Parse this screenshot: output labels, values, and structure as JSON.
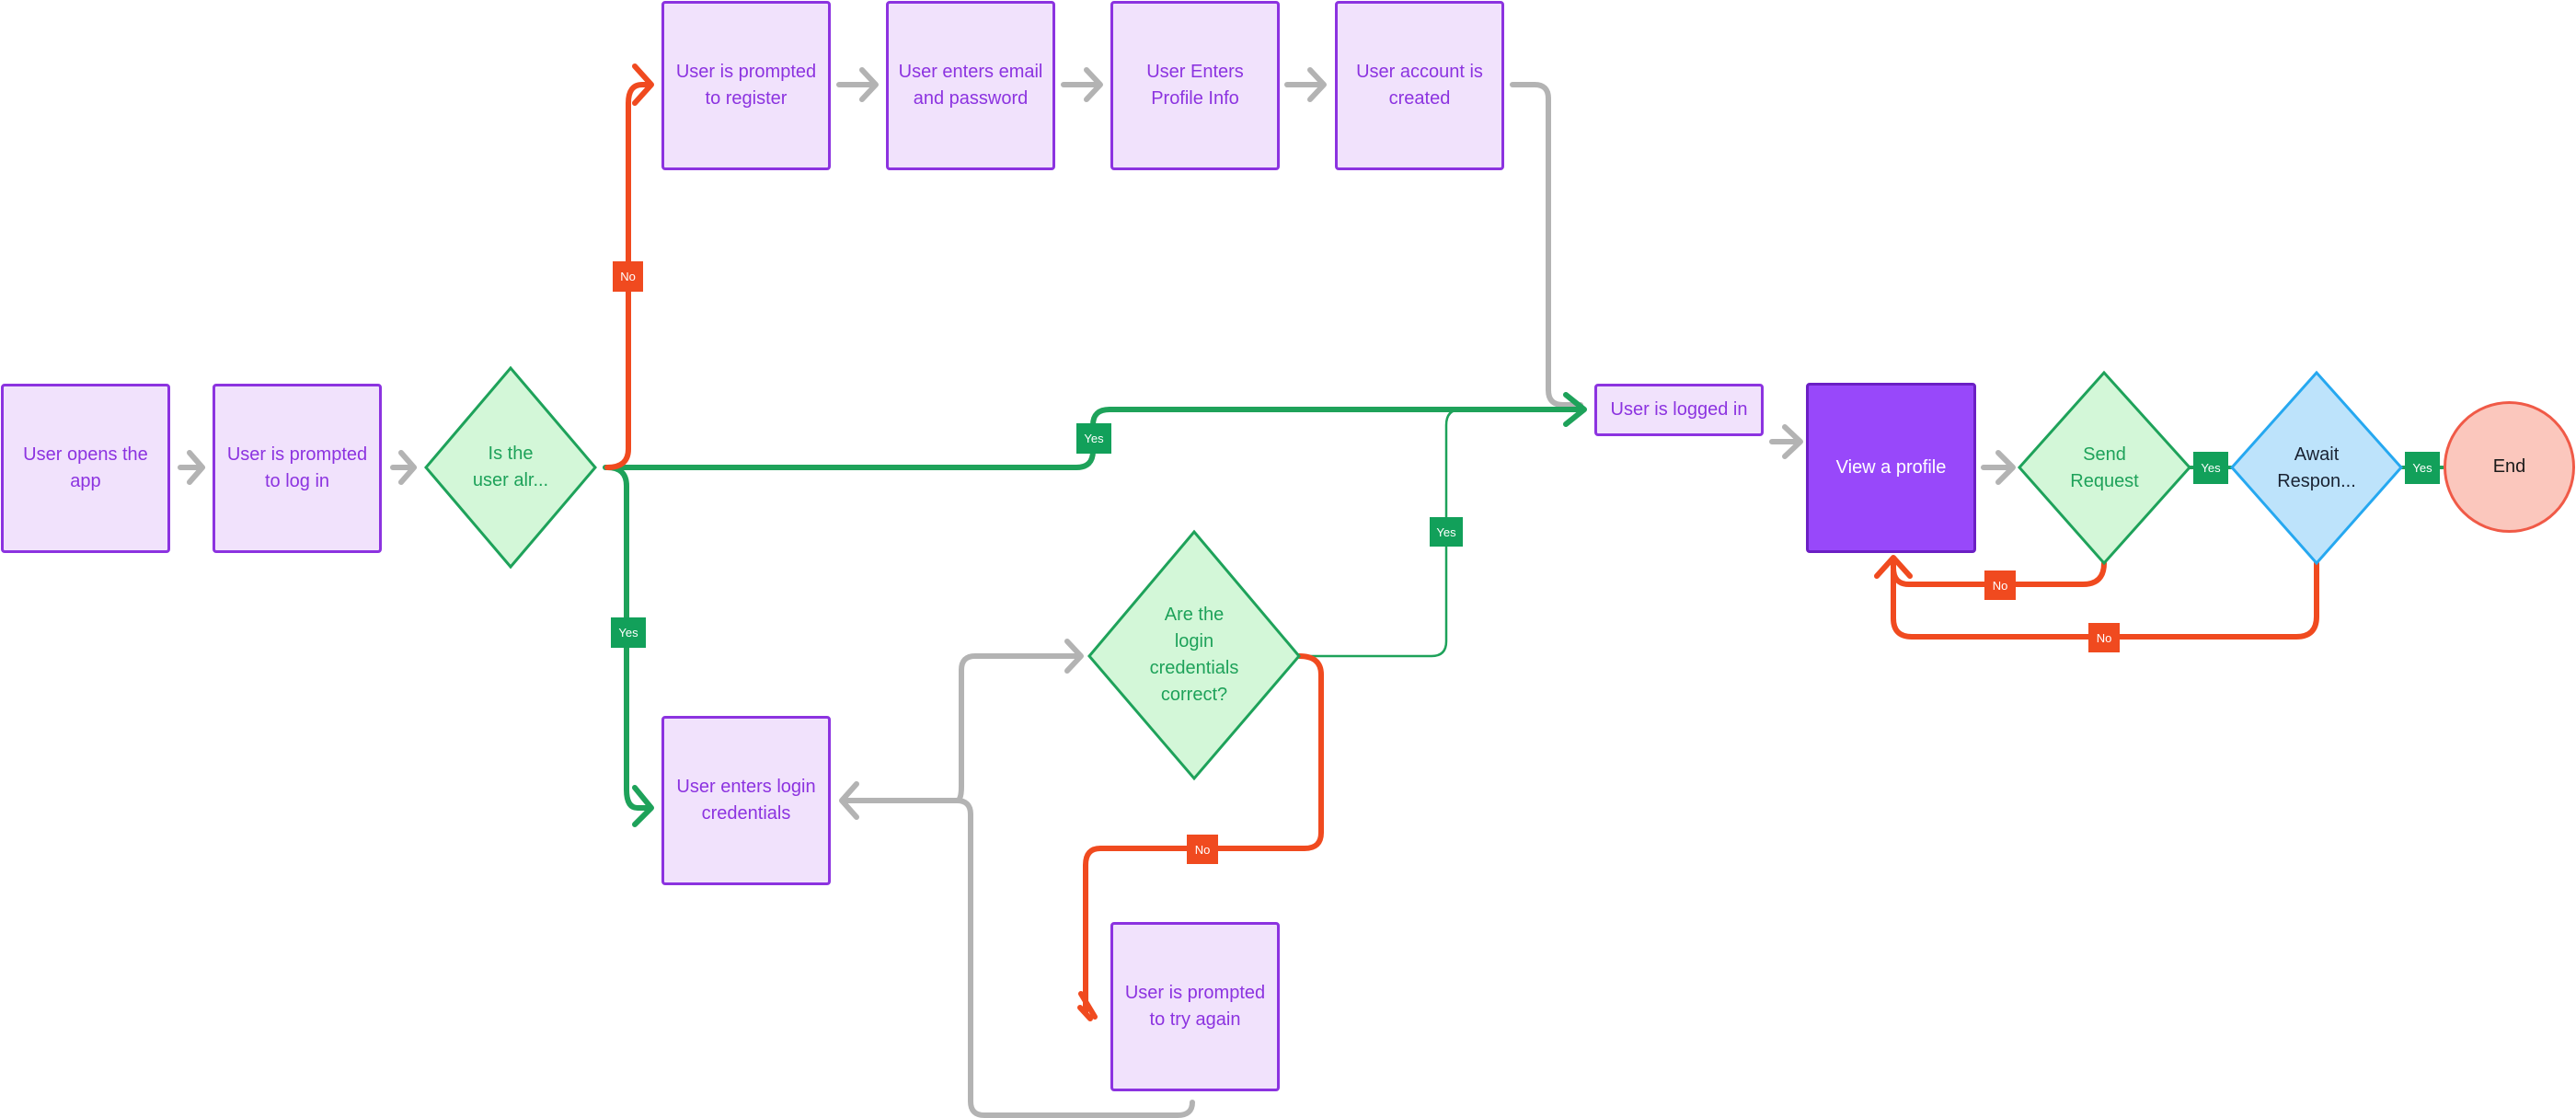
{
  "nodes": {
    "open_app": "User opens the\napp",
    "prompt_login": "User is prompted\nto log in",
    "is_user": "Is the\nuser alr...",
    "prompt_register": "User is prompted\nto register",
    "enter_email": "User enters email\nand password",
    "enter_profile": "User Enters\nProfile Info",
    "account_created": "User account is\ncreated",
    "logged_in": "User is logged in",
    "view_profile": "View a profile",
    "send_request": "Send\nRequest",
    "await_response": "Await\nRespon...",
    "end": "End",
    "creds_correct": "Are the\nlogin\ncredentials\ncorrect?",
    "enter_creds": "User enters login\ncredentials",
    "try_again": "User is prompted\nto try again"
  },
  "edge_labels": {
    "no_register": "No",
    "yes_logged_in": "Yes",
    "yes_enter_creds": "Yes",
    "yes_creds_ok": "Yes",
    "no_creds": "No",
    "yes_send": "Yes",
    "yes_end": "Yes",
    "no_send": "No",
    "no_await": "No"
  },
  "colors": {
    "node_fill": "#f1e2fc",
    "node_border": "#8c33e0",
    "active_fill": "#9848fa",
    "decision_fill": "#d3f7d8",
    "decision_border": "#1ea25a",
    "await_fill": "#bde3fb",
    "await_border": "#26a8f0",
    "end_fill": "#fbc7bd",
    "end_border": "#f05a47",
    "yes_edge": "#1ea25a",
    "no_edge": "#f04a1f",
    "neutral_edge": "#b3b3b3"
  }
}
